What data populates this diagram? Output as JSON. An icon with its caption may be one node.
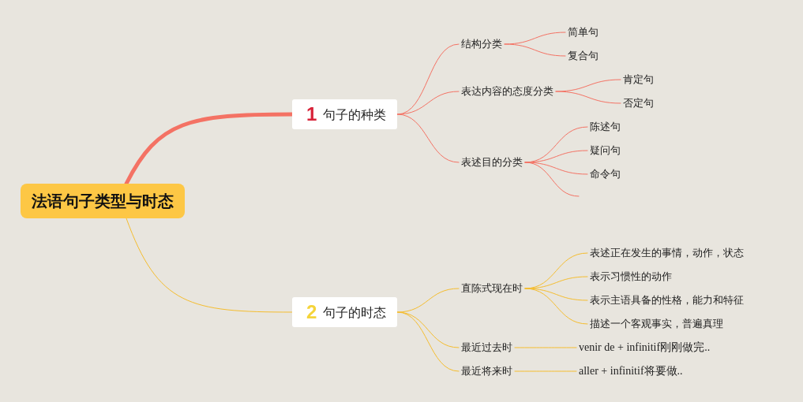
{
  "diagram": {
    "nodes": [
      {
        "text": [
          "法语句子类型与时态"
        ]
      },
      {
        "text": [
          "1",
          "句子的种类"
        ]
      },
      {
        "text": [
          "结构分类"
        ]
      },
      {
        "text": [
          "简单句"
        ]
      },
      {
        "text": [
          "复合句"
        ]
      },
      {
        "text": [
          "表达内容的态度分类"
        ]
      },
      {
        "text": [
          "肯定句"
        ]
      },
      {
        "text": [
          "否定句"
        ]
      },
      {
        "text": [
          "表述目的分类"
        ]
      },
      {
        "text": [
          "陈述句"
        ]
      },
      {
        "text": [
          "疑问句"
        ]
      },
      {
        "text": [
          "命令句"
        ]
      },
      {
        "text": [
          "2",
          "句子的时态"
        ]
      },
      {
        "text": [
          "直陈式现在时"
        ]
      },
      {
        "text": [
          "表述正在发生的事情，动作，状态"
        ]
      },
      {
        "text": [
          "表示习惯性的动作"
        ]
      },
      {
        "text": [
          "表示主语具备的性格，能力和特征"
        ]
      },
      {
        "text": [
          "描述一个客观事实，普遍真理"
        ]
      },
      {
        "text": [
          "最近过去时"
        ]
      },
      {
        "text": [
          "venir de + infinitif刚刚做完.."
        ]
      },
      {
        "text": [
          "最近将来时"
        ]
      },
      {
        "text": [
          "aller + infinitif将要做.."
        ]
      }
    ],
    "edges": [
      {
        "from": 0,
        "to": 1,
        "arrow": "none",
        "style": "thick"
      },
      {
        "from": 1,
        "to": 2,
        "arrow": "none"
      },
      {
        "from": 1,
        "to": 5,
        "arrow": "none"
      },
      {
        "from": 1,
        "to": 8,
        "arrow": "none"
      },
      {
        "from": 2,
        "to": 3,
        "arrow": "none"
      },
      {
        "from": 2,
        "to": 4,
        "arrow": "none"
      },
      {
        "from": 5,
        "to": 6,
        "arrow": "none"
      },
      {
        "from": 5,
        "to": 7,
        "arrow": "none"
      },
      {
        "from": 8,
        "to": 9,
        "arrow": "none"
      },
      {
        "from": 8,
        "to": 10,
        "arrow": "none"
      },
      {
        "from": 8,
        "to": 11,
        "arrow": "none"
      },
      {
        "from": 8,
        "to": null,
        "arrow": "none"
      },
      {
        "from": 0,
        "to": 12,
        "arrow": "none",
        "color": "#f5bd2e"
      },
      {
        "from": 12,
        "to": 13,
        "arrow": "none",
        "color": "#f5bd2e"
      },
      {
        "from": 12,
        "to": 18,
        "arrow": "none",
        "color": "#f5bd2e"
      },
      {
        "from": 12,
        "to": 20,
        "arrow": "none",
        "color": "#f5bd2e"
      },
      {
        "from": 13,
        "to": 14,
        "arrow": "none",
        "color": "#f5bd2e"
      },
      {
        "from": 13,
        "to": 15,
        "arrow": "none",
        "color": "#f5bd2e"
      },
      {
        "from": 13,
        "to": 16,
        "arrow": "none",
        "color": "#f5bd2e"
      },
      {
        "from": 13,
        "to": 17,
        "arrow": "none",
        "color": "#f5bd2e"
      },
      {
        "from": 18,
        "to": 19,
        "arrow": "none",
        "color": "#f5bd2e"
      },
      {
        "from": 20,
        "to": 21,
        "arrow": "none",
        "color": "#f5bd2e"
      }
    ]
  }
}
